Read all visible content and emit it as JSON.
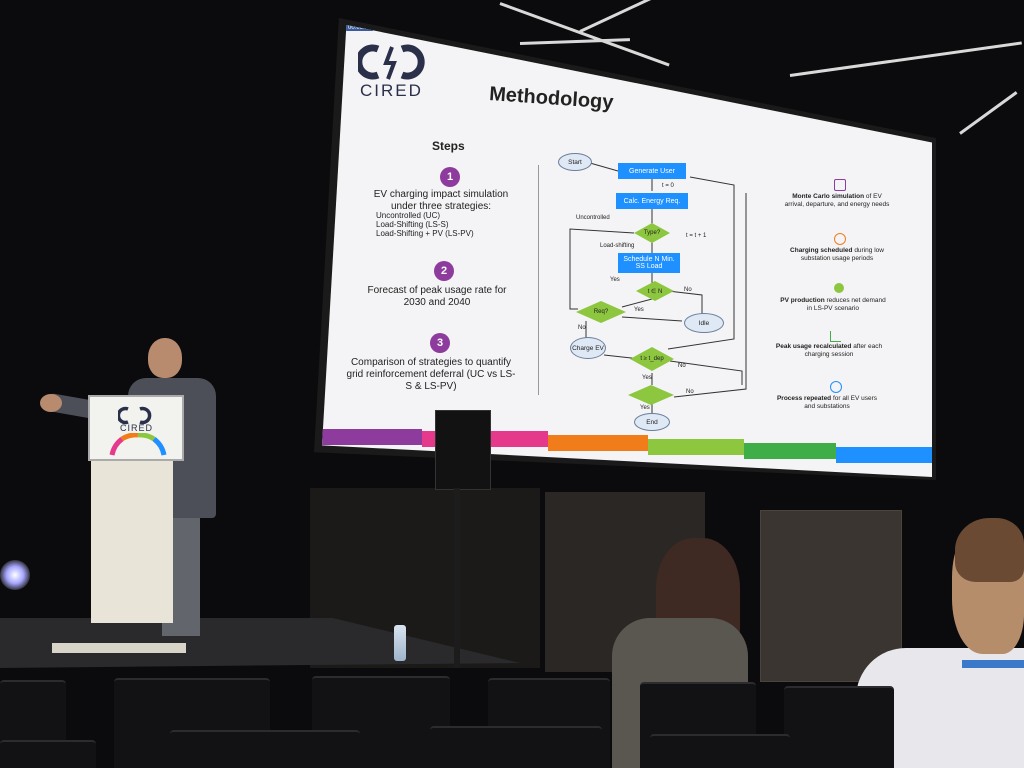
{
  "slide": {
    "timestamp": "00:06:27",
    "logo_text": "CIRED",
    "title": "Methodology",
    "steps_title": "Steps",
    "steps": [
      {
        "num": "1",
        "text": "EV charging impact simulation under three strategies:"
      },
      {
        "num": "2",
        "text": "Forecast of peak usage rate for 2030 and 2040"
      },
      {
        "num": "3",
        "text": "Comparison of strategies to quantify grid reinforcement deferral (UC vs LS-S & LS-PV)"
      }
    ],
    "bullets": [
      "Uncontrolled (UC)",
      "Load-Shifting (LS-S)",
      "Load-Shifting + PV (LS-PV)"
    ],
    "flowchart": {
      "start": "Start",
      "generate_user": "Generate User",
      "t0": "t = 0",
      "calc_energy": "Calc. Energy Req.",
      "uncontrolled": "Uncontrolled",
      "type": "Type?",
      "t_plus": "t = t + 1",
      "load_shifting": "Load-shifting",
      "schedule": "Schedule N Min. SS Load",
      "t_in_n": "t ∈ N",
      "yes": "Yes",
      "no": "No",
      "req": "Req?",
      "idle": "Idle",
      "charge_ev": "Charge EV",
      "t_gap": "t ≥ t_dep",
      "end": "End"
    },
    "side_notes": [
      {
        "bold": "Monte Carlo simulation",
        "text": " of EV arrival, departure, and energy needs",
        "icon": "sim-icon"
      },
      {
        "bold": "Charging scheduled",
        "text": " during low substation usage periods",
        "icon": "clock-icon"
      },
      {
        "bold": "PV production",
        "text": " reduces net demand in LS-PV scenario",
        "icon": "sun-icon"
      },
      {
        "bold": "Peak usage recalculated",
        "text": " after each charging session",
        "icon": "chart-icon"
      },
      {
        "bold": "Process repeated",
        "text": " for all EV users and substations",
        "icon": "repeat-icon"
      }
    ]
  },
  "podium": {
    "logo_text": "CIRED"
  },
  "colors": {
    "band": [
      "#8e3b9e",
      "#e5398b",
      "#f07d1a",
      "#8dc63f",
      "#3fae49",
      "#1e90ff"
    ],
    "step_circle": "#8e3b9e",
    "flow_box": "#1e90ff",
    "flow_diamond": "#8dc63f"
  }
}
